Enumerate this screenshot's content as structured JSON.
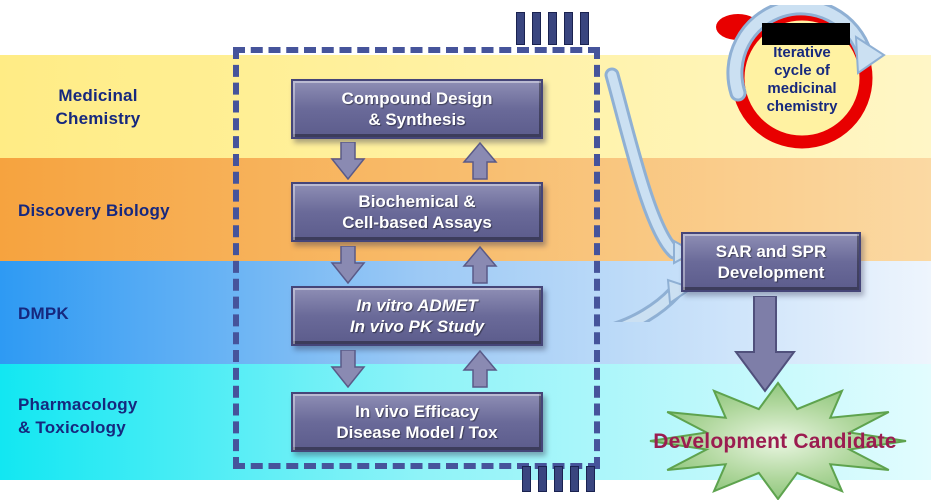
{
  "diagram": {
    "bands": [
      {
        "label": "Medicinal\nChemistry",
        "color": "#ffec85"
      },
      {
        "label": "Discovery Biology",
        "color": "#f6a33f"
      },
      {
        "label": "DMPK",
        "color": "#2e9af3"
      },
      {
        "label": "Pharmacology\n& Toxicology",
        "color": "#12e7f2"
      }
    ],
    "stages": [
      {
        "label": "Compound Design\n& Synthesis"
      },
      {
        "label": "Biochemical &\nCell-based Assays"
      },
      {
        "label": "In vitro ADMET\nIn vivo PK Study"
      },
      {
        "label": "In vivo Efficacy\nDisease Model / Tox"
      }
    ],
    "sar_box": {
      "label": "SAR and SPR\nDevelopment"
    },
    "iterative_cycle": {
      "label": "Iterative\ncycle of\nmedicinal\nchemistry"
    },
    "development_candidate": {
      "label": "Development Candidate"
    }
  },
  "icons": {
    "flow_down": "down-arrow-icon",
    "flow_up": "up-arrow-icon",
    "feed_curve": "curved-arrow-icon",
    "output": "big-down-arrow-icon",
    "cycle": "circular-arrow-icon",
    "result": "starburst-shape"
  },
  "colors": {
    "band_label_text": "#16287e",
    "stage_box_fill": "#6a6a99",
    "stage_box_border": "#454578",
    "dashed_frame": "#46549b",
    "arrow_fill": "#8a8ab2",
    "candidate_text": "#9b1c50",
    "starburst_green": "#7fbe6e",
    "cycle_ring_red": "#e80000",
    "cycle_arrow_blue": "#cbe0f2"
  }
}
